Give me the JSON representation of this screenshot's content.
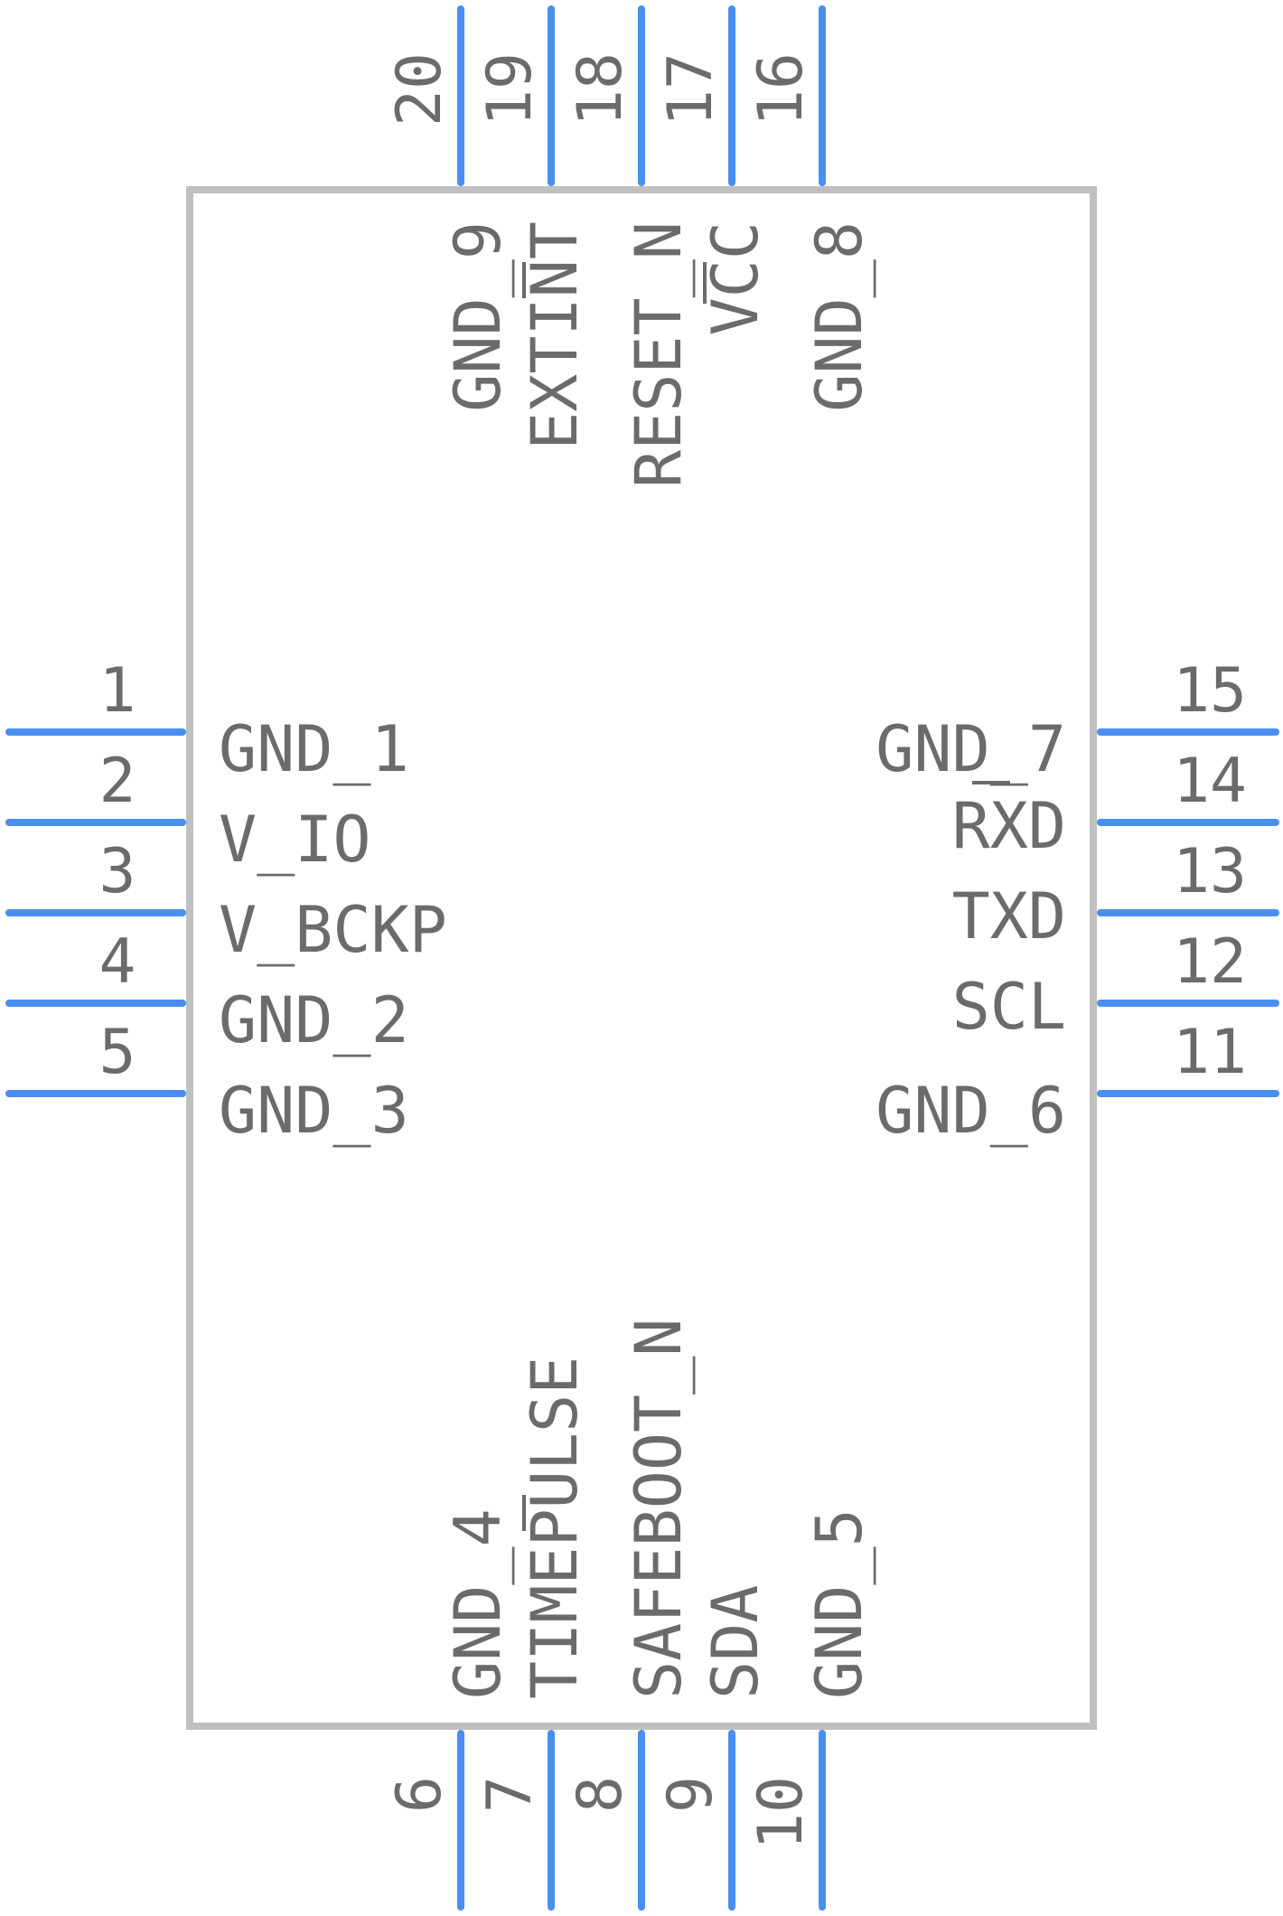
{
  "colors": {
    "pin": "#4a8ff0",
    "body_outline": "#c0c0c0",
    "text": "#6b6b6b",
    "background": "#ffffff"
  },
  "pins": {
    "left": [
      {
        "number": "1",
        "name": "GND_1"
      },
      {
        "number": "2",
        "name": "V_IO"
      },
      {
        "number": "3",
        "name": "V_BCKP"
      },
      {
        "number": "4",
        "name": "GND_2"
      },
      {
        "number": "5",
        "name": "GND_3"
      }
    ],
    "bottom": [
      {
        "number": "6",
        "name": "GND_4"
      },
      {
        "number": "7",
        "name": "TIMEPULSE"
      },
      {
        "number": "8",
        "name": "SAFEBOOT_N"
      },
      {
        "number": "9",
        "name": "SDA"
      },
      {
        "number": "10",
        "name": "GND_5"
      }
    ],
    "right": [
      {
        "number": "11",
        "name": "GND_6"
      },
      {
        "number": "12",
        "name": "SCL"
      },
      {
        "number": "13",
        "name": "TXD"
      },
      {
        "number": "14",
        "name": "RXD"
      },
      {
        "number": "15",
        "name": "GND_7"
      }
    ],
    "top": [
      {
        "number": "16",
        "name": "GND_8"
      },
      {
        "number": "17",
        "name": "VCC"
      },
      {
        "number": "18",
        "name": "RESET_N"
      },
      {
        "number": "19",
        "name": "EXTINT"
      },
      {
        "number": "20",
        "name": "GND_9"
      }
    ]
  }
}
